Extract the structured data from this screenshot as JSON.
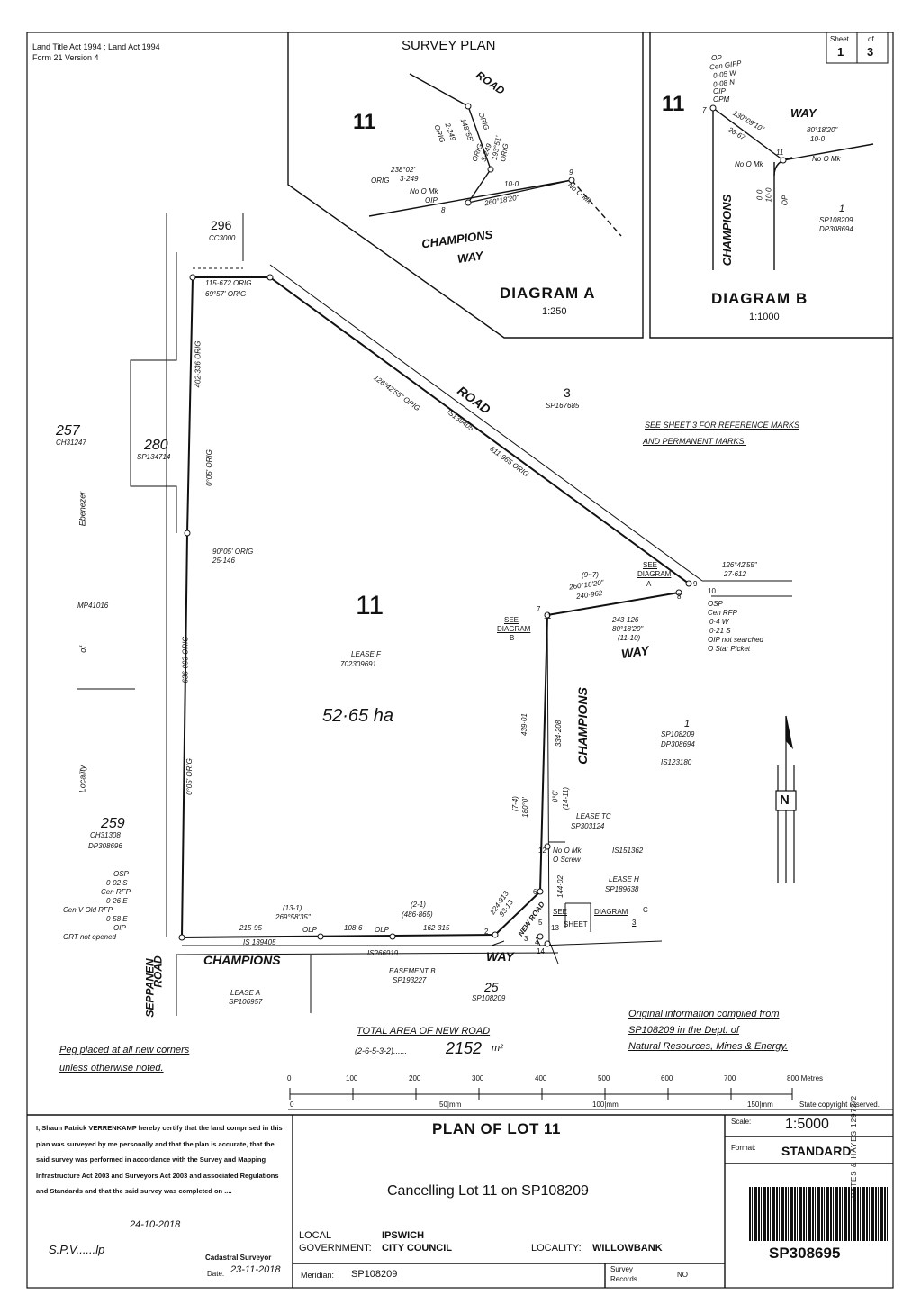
{
  "header": {
    "act": "Land Title Act 1994 ;  Land Act 1994",
    "form": "Form 21 Version 4",
    "title": "SURVEY PLAN",
    "sheet_label": "Sheet",
    "sheet_no": "1",
    "of_label": "of",
    "sheet_total": "3"
  },
  "diagram_a": {
    "lot": "11",
    "road": "ROAD",
    "orig1": "ORIG",
    "orig1_val": "148°55'",
    "orig2_val": "2·249",
    "orig2": "ORIG",
    "orig3": "ORIG",
    "orig3_val": "3·249",
    "orig4": "193°51'",
    "orig5": "ORIG",
    "orig6": "ORIG",
    "bearing_a": "238°02'",
    "dist_a": "3·249",
    "no_mk": "No O Mk",
    "oip": "OIP",
    "dist_b": "10·0",
    "bearing_b": "260°18'20\"",
    "pt8": "8",
    "pt9": "9",
    "no_mk2": "No O Mk",
    "champions": "CHAMPIONS",
    "way": "WAY",
    "title": "DIAGRAM A",
    "scale": "1:250"
  },
  "diagram_b": {
    "lot": "11",
    "op": "OP",
    "cen": "Cen GIFP",
    "w": "0·05 W",
    "n": "0·08 N",
    "oip": "OIP",
    "opm": "OPM",
    "pt7": "7",
    "bearing1": "130°09'10\"",
    "dist1": "26·67",
    "way": "WAY",
    "bearing2": "80°18'20\"",
    "dist2": "10·0",
    "pt11": "11",
    "no_mk1": "No O Mk",
    "no_mk2": "No O Mk",
    "d1": "0·0",
    "d2": "10·0",
    "op2": "OP",
    "champions": "CHAMPIONS",
    "lot1": "1",
    "sp": "SP108209",
    "dp": "DP308694",
    "title": "DIAGRAM B",
    "scale": "1:1000"
  },
  "plan": {
    "lot296": "296",
    "cc": "CC3000",
    "bearing_top": "115·672 ORIG",
    "angle_top": "69°57' ORIG",
    "west_dist": "402·336 ORIG",
    "west_bear": "0°05' ORIG",
    "lot280": "280",
    "sp280": "SP134714",
    "lot257": "257",
    "ch257": "CH31247",
    "ebenezer": "Ebenezer",
    "mp": "MP41016",
    "of": "of",
    "locality": "Locality",
    "angle_mid": "90°05' ORIG",
    "dist_mid": "25·146",
    "west_dist2": "636·093 ORIG",
    "west_bear2": "0°05' ORIG",
    "lot259": "259",
    "ch259": "CH31308",
    "dp259": "DP308696",
    "osp": "OSP",
    "s": "0·02 S",
    "cen_rfp": "Cen RFP",
    "e1": "0·26 E",
    "cen_old": "Cen V Old RFP",
    "e2": "0·58 E",
    "oip": "OIP",
    "ort": "ORT not opened",
    "lot11": "11",
    "lease_f": "LEASE F",
    "lease_f_no": "702309691",
    "area": "52·65 ha",
    "road_diag_dist": "126°42'55\" ORIG",
    "road_label": "ROAD",
    "is": "IS139405",
    "road_dist2": "611·965 ORIG",
    "lot3": "3",
    "sp3": "SP167685",
    "see_sheet": "SEE SHEET 3 FOR REFERENCE MARKS",
    "see_sheet2": "AND PERMANENT MARKS.",
    "b1": "126°42'55\"",
    "b1d": "27·612",
    "pt10": "10",
    "pt9": "9",
    "pt8": "8",
    "see1": "SEE",
    "diagram1": "DIAGRAM",
    "a": "A",
    "brg_97": "(9~7)",
    "brg_97v": "260°18'20\"",
    "dist_97": "240·962",
    "pt7": "7",
    "pt11": "11",
    "see2": "SEE",
    "diagram2": "DIAGRAM",
    "b": "B",
    "d243": "243·126",
    "b8018": "80°18'20\"",
    "b1110": "(11-10)",
    "way": "WAY",
    "osp2": "OSP",
    "cen_rfp2": "Cen RFP",
    "w04": "0·4 W",
    "s021": "0·21 S",
    "oip_ns": "OIP not searched",
    "star": "O Star Picket",
    "d43901": "439·01",
    "d334": "334·208",
    "champions_v": "CHAMPIONS",
    "lot1": "1",
    "sp1": "SP108209",
    "dp1": "DP308694",
    "is1": "IS123180",
    "brg_00": "0°0'",
    "brg_1411": "(14-11)",
    "brg_74": "(7-4)",
    "brg_180": "180°0'",
    "lease_tc": "LEASE TC",
    "sp_tc": "SP303124",
    "pt12": "12",
    "no_mk": "No O Mk",
    "screw": "O Screw",
    "is151362": "IS151362",
    "d14402": "144·02",
    "lease_h": "LEASE H",
    "sp_h": "SP189638",
    "pt6": "6",
    "see3": "SEE",
    "sheet3": "SHEET",
    "diagram_c": "DIAGRAM",
    "c": "C",
    "three": "3",
    "d224": "224·913",
    "d93": "93·13",
    "new_road": "NEW ROAD",
    "pt5": "5",
    "pt13": "13",
    "pt3": "3",
    "pt4": "4",
    "pt14": "14",
    "pt2": "2",
    "b131": "(13-1)",
    "b269": "269°58'35\"",
    "b21": "(2-1)",
    "b486": "(486·865)",
    "d21595": "215·95",
    "olp1": "OLP",
    "d1086": "108·6",
    "olp2": "OLP",
    "d162": "162·315",
    "is139405": "IS 139405",
    "champions_b": "CHAMPIONS",
    "is266919": "IS266919",
    "way_b": "WAY",
    "easement": "EASEMENT B",
    "sp193227": "SP193227",
    "lot25": "25",
    "sp25": "SP108209",
    "seppanen": "SEPPANEN",
    "road_v": "ROAD",
    "lease_a": "LEASE A",
    "sp_a": "SP106957",
    "total_area_label": "TOTAL AREA OF NEW ROAD",
    "total_area_pts": "(2-6-5-3-2)......",
    "total_area_val": "2152",
    "total_area_unit": "m²",
    "peg": "Peg placed at all new corners",
    "peg2": "unless otherwise noted.",
    "orig_info": "Original information compiled from",
    "orig_info2": "SP108209 in the Dept. of",
    "orig_info3": "Natural Resources, Mines & Energy.",
    "north": "N"
  },
  "scalebar": {
    "ticks": [
      "0",
      "100",
      "200",
      "300",
      "400",
      "500",
      "600",
      "700",
      "800 Metres"
    ],
    "mm0": "0",
    "mm50": "50|mm",
    "mm100": "100|mm",
    "mm150": "150|mm",
    "copyright": "State copyright reserved."
  },
  "title_block": {
    "certificate": "I, Shaun Patrick VERRENKAMP hereby certify that the land comprised in this plan was surveyed by me personally and that the plan is accurate, that the said survey was performed in accordance with the Survey and Mapping Infrastructure Act 2003 and Surveyors Act 2003 and associated Regulations and Standards and that the said survey was completed on ....",
    "date_completed": "24-10-2018",
    "signature": "S.P.V......lp",
    "signature_title": "Cadastral Surveyor",
    "date_label": "Date.",
    "date_signed": "23-11-2018",
    "plan_title": "PLAN OF LOT 11",
    "cancelling": "Cancelling Lot 11 on SP108209",
    "local": "LOCAL",
    "government": "GOVERNMENT:",
    "ipswich": "IPSWICH",
    "council": "CITY COUNCIL",
    "locality_label": "LOCALITY:",
    "locality": "WILLOWBANK",
    "meridian_label": "Meridian:",
    "meridian": "SP108209",
    "survey_label": "Survey",
    "records_label": "Records",
    "records_val": "NO",
    "scale_label": "Scale:",
    "scale_val": "1:5000",
    "format_label": "Format:",
    "format_val": "STANDARD",
    "plan_no": "SP308695",
    "side_text": "BATES & HAYES 12972/2"
  }
}
